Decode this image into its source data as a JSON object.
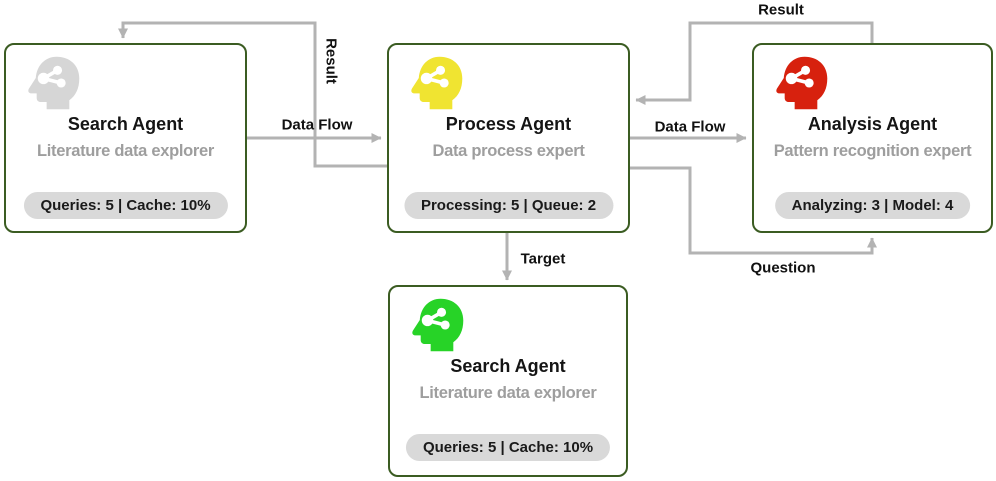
{
  "diagram": {
    "nodes": [
      {
        "id": "search-top",
        "title": "Search Agent",
        "subtitle": "Literature data explorer",
        "badge": "Queries: 5 | Cache: 10%",
        "icon": "head-share-icon",
        "icon_color": "#d6d6d6"
      },
      {
        "id": "process",
        "title": "Process Agent",
        "subtitle": "Data process expert",
        "badge": "Processing: 5 | Queue: 2",
        "icon": "head-share-icon",
        "icon_color": "#f0e431"
      },
      {
        "id": "analysis",
        "title": "Analysis Agent",
        "subtitle": "Pattern recognition expert",
        "badge": "Analyzing: 3 | Model: 4",
        "icon": "head-share-icon",
        "icon_color": "#d7210e"
      },
      {
        "id": "search-bottom",
        "title": "Search Agent",
        "subtitle": "Literature data explorer",
        "badge": "Queries: 5 | Cache: 10%",
        "icon": "head-share-icon",
        "icon_color": "#27d327"
      }
    ],
    "edges": [
      {
        "id": "dataflow-left",
        "label": "Data Flow",
        "from": "search-top",
        "to": "process"
      },
      {
        "id": "result-left",
        "label": "Result",
        "from": "process",
        "to": "search-top"
      },
      {
        "id": "dataflow-right",
        "label": "Data Flow",
        "from": "process",
        "to": "analysis"
      },
      {
        "id": "result-right",
        "label": "Result",
        "from": "analysis",
        "to": "process"
      },
      {
        "id": "question",
        "label": "Question",
        "from": "process",
        "to": "analysis"
      },
      {
        "id": "target",
        "label": "Target",
        "from": "process",
        "to": "search-bottom"
      }
    ],
    "colors": {
      "node_border": "#3b5c22",
      "arrow": "#b3b3b3",
      "badge_bg": "#d9d9d9",
      "title_text": "#151515",
      "subtitle_text": "#9e9e9e"
    }
  }
}
